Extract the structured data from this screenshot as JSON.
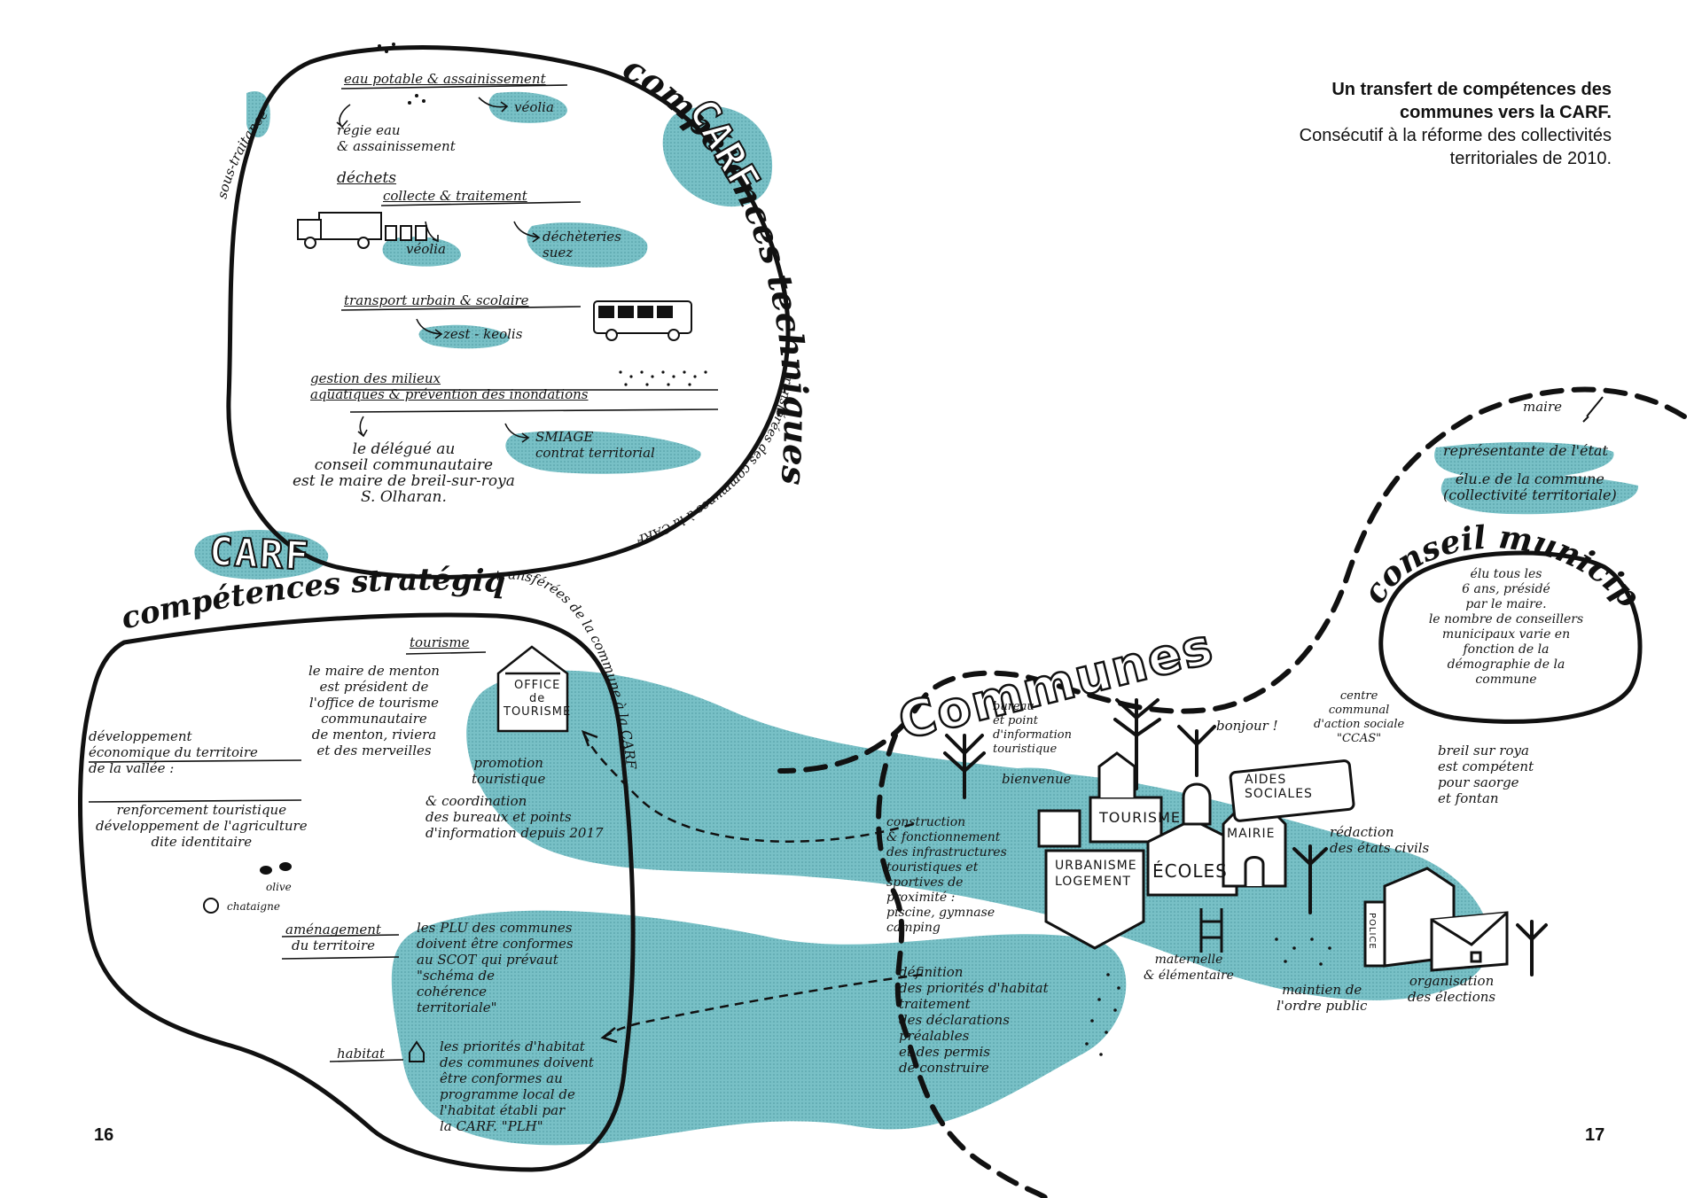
{
  "caption": {
    "title": "Un transfert de compétences des communes vers la CARF.",
    "subtitle": "Consécutif à la réforme des collectivités territoriales de 2010."
  },
  "pages": {
    "left": "16",
    "right": "17"
  },
  "colors": {
    "accent": "#6fb8c0",
    "ink": "#111111",
    "paper": "#ffffff"
  },
  "technical": {
    "carf_label": "CARF",
    "title": "compétences techniques",
    "side_note": "sous-traitance",
    "transfer_note": "transférées des communes à la CARF",
    "water": "eau potable & assainissement",
    "water_veolia": "véolia",
    "water_regie": "régie eau\n& assainissement",
    "waste_title": "déchets",
    "waste_sub": "collecte & traitement",
    "waste_veolia": "véolia",
    "waste_dechets": "déchèteries\nsuez",
    "transport": "transport urbain & scolaire",
    "transport_op": "zest - keolis",
    "aquatic": "gestion des milieux\naquatiques & prévention des inondations",
    "smiage": "SMIAGE\ncontrat territorial",
    "delegate": "le délégué au\nconseil communautaire\nest le maire de breil-sur-roya\nS. Olharan."
  },
  "strategic": {
    "carf_label": "CARF",
    "title": "compétences stratégiques",
    "transfer_note": "transférées de la commune à la CARF",
    "tourism_title": "tourisme",
    "menton": "le maire de menton\nest président de\nl'office de tourisme\ncommunautaire\nde menton, riviera\net des merveilles",
    "office": "OFFICE\nde\nTOURISME",
    "promo": "promotion\ntouristique",
    "coordination": "& coordination\ndes bureaux et points\nd'information depuis 2017",
    "dev_title": "développement\néconomique du territoire\nde la vallée :",
    "dev_body": "renforcement touristique\ndéveloppement de l'agriculture\ndite identitaire",
    "olive": "olive",
    "chataigne": "chataigne",
    "amenagement": "aménagement\ndu territoire",
    "plu": "les PLU des communes\ndoivent être conformes\nau SCOT qui prévaut\n\"schéma de\ncohérence\nterritoriale\"",
    "habitat": "habitat",
    "plh": "les priorités d'habitat\ndes communes doivent\nêtre conformes au\nprogramme local de\nl'habitat établi par\nla CARF. \"PLH\""
  },
  "communes": {
    "title": "Communes",
    "bureau": "bureau\net point\nd'information\ntouristique",
    "bienvenue": "bienvenue",
    "bonjour": "bonjour !",
    "ccas": "centre\ncommunal\nd'action sociale\n\"CCAS\"",
    "ccas_note": "breil sur roya\nest compétent\npour saorge\net fontan",
    "sign_tourisme": "TOURISME",
    "sign_aides": "AIDES\nSOCIALES",
    "sign_mairie": "MAIRIE",
    "sign_urbanisme": "URBANISME\nLOGEMENT",
    "sign_ecoles": "ÉCOLES",
    "sign_police": "POLICE",
    "etat_civil": "rédaction\ndes états civils",
    "construction": "construction\n& fonctionnement\ndes infrastructures\ntouristiques et\nsportives de\nproximité :\npiscine, gymnase\ncamping",
    "maternelle": "maternelle\n& élémentaire",
    "ordre": "maintien de\nl'ordre public",
    "elections": "organisation\ndes élections",
    "habitat_def": "définition\ndes priorités d'habitat\ntraitement\ndes déclarations\npréalables\net des permis\nde construire"
  },
  "council": {
    "title": "conseil municipal",
    "maire": "maire",
    "role1": "représentante de l'état",
    "role2": "élu.e de la commune\n(collectivité territoriale)",
    "body": "élu tous les\n6 ans, présidé\npar le maire.\nle nombre de conseillers\nmunicipaux varie en\nfonction de la\ndémographie de la\ncommune"
  }
}
